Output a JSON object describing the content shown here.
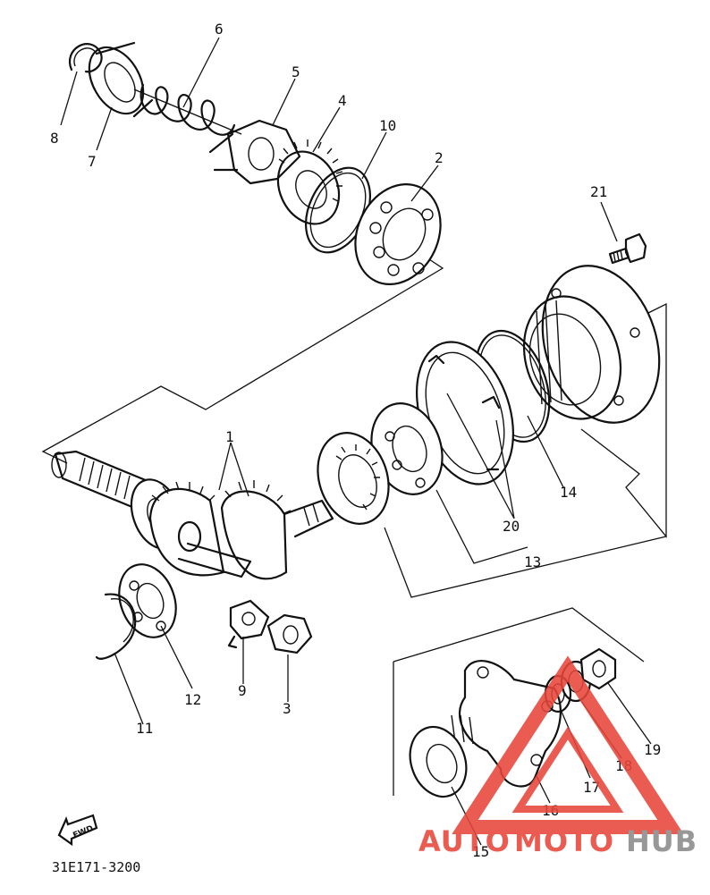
{
  "diagram": {
    "part_numbers": [
      "1",
      "2",
      "3",
      "4",
      "5",
      "6",
      "7",
      "8",
      "9",
      "10",
      "11",
      "12",
      "13",
      "14",
      "15",
      "16",
      "17",
      "18",
      "19",
      "20",
      "21"
    ],
    "code": "31E171-3200",
    "fwd_label": "FWD",
    "watermark": {
      "auto": "AUTO",
      "moto": "MOTO",
      "hub": "HUB",
      "color_red": "#e8463a",
      "color_gray": "#8a8a8a"
    }
  }
}
